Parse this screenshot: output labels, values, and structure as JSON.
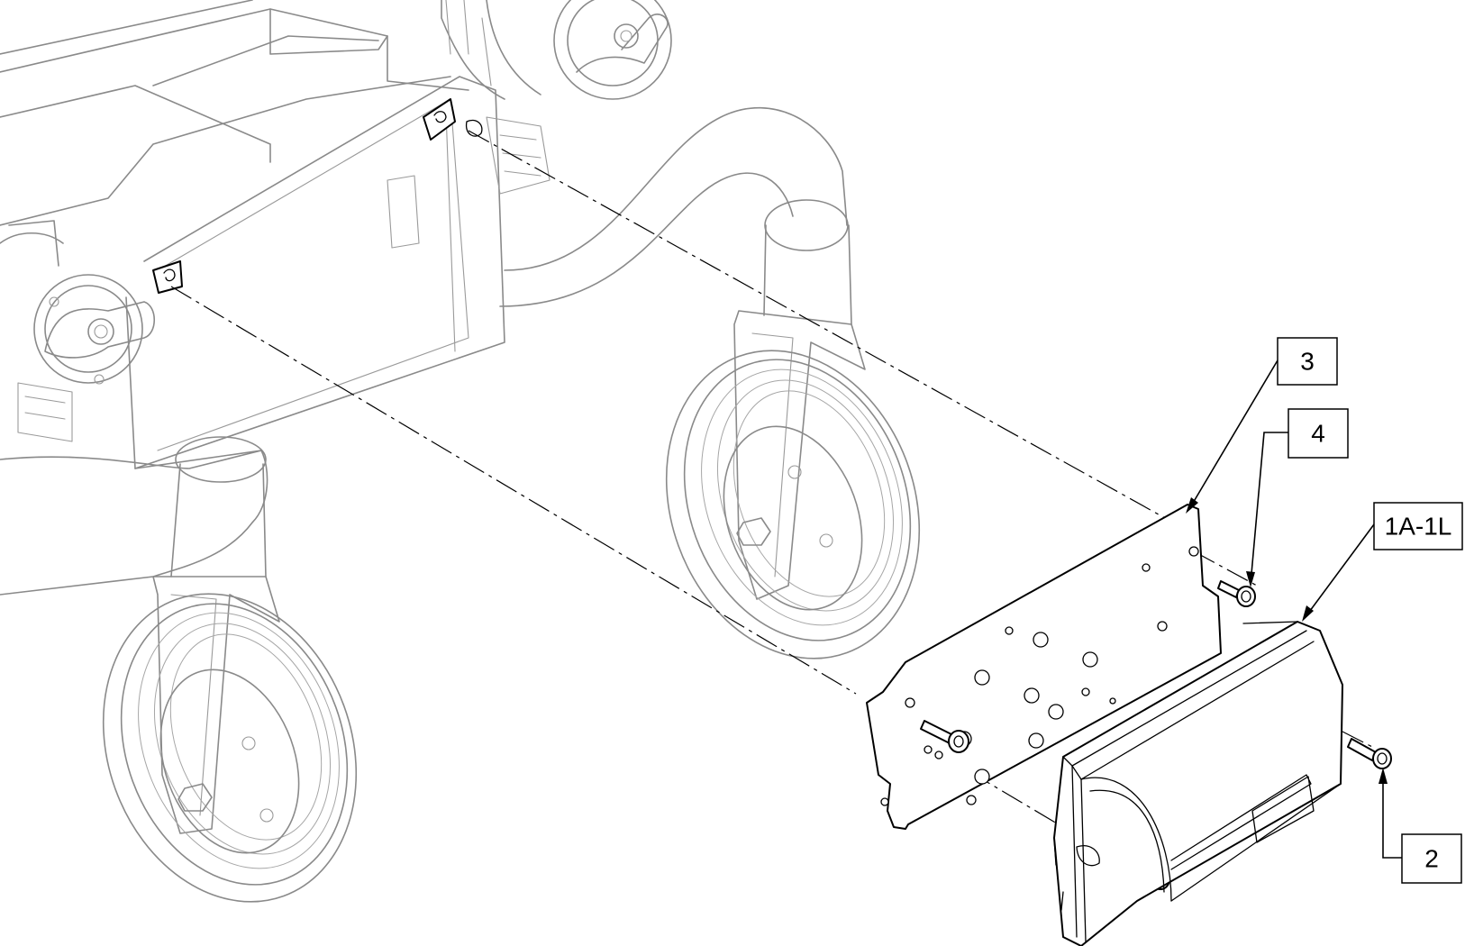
{
  "callouts": [
    {
      "id": "3",
      "label": "3"
    },
    {
      "id": "4",
      "label": "4"
    },
    {
      "id": "1A-1L",
      "label": "1A-1L"
    },
    {
      "id": "2",
      "label": "2"
    }
  ]
}
